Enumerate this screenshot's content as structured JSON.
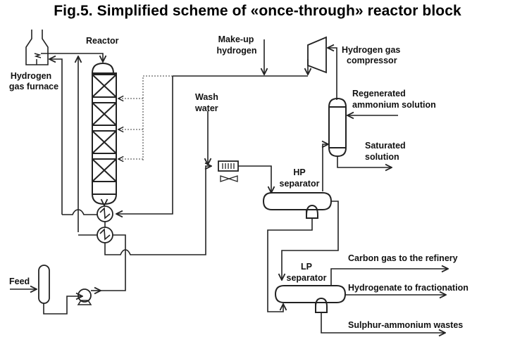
{
  "title": "Fig.5. Simplified scheme of «once-through» reactor block",
  "labels": {
    "reactor": "Reactor",
    "furnace_1": "Hydrogen",
    "furnace_2": "gas furnace",
    "makeup_1": "Make-up",
    "makeup_2": "hydrogen",
    "compressor_1": "Hydrogen gas",
    "compressor_2": "compressor",
    "wash_1": "Wash",
    "wash_2": "water",
    "regen_1": "Regenerated",
    "regen_2": "ammonium solution",
    "saturated_1": "Saturated",
    "saturated_2": "solution",
    "hp_1": "HP",
    "hp_2": "separator",
    "lp_1": "LP",
    "lp_2": "separator",
    "feed": "Feed",
    "carbon_gas": "Carbon gas to the refinery",
    "hydrogenate": "Hydrogenate to fractionation",
    "sulphur": "Sulphur-ammonium wastes"
  },
  "colors": {
    "line": "#222222",
    "dotted": "#666666",
    "text": "#111111"
  }
}
